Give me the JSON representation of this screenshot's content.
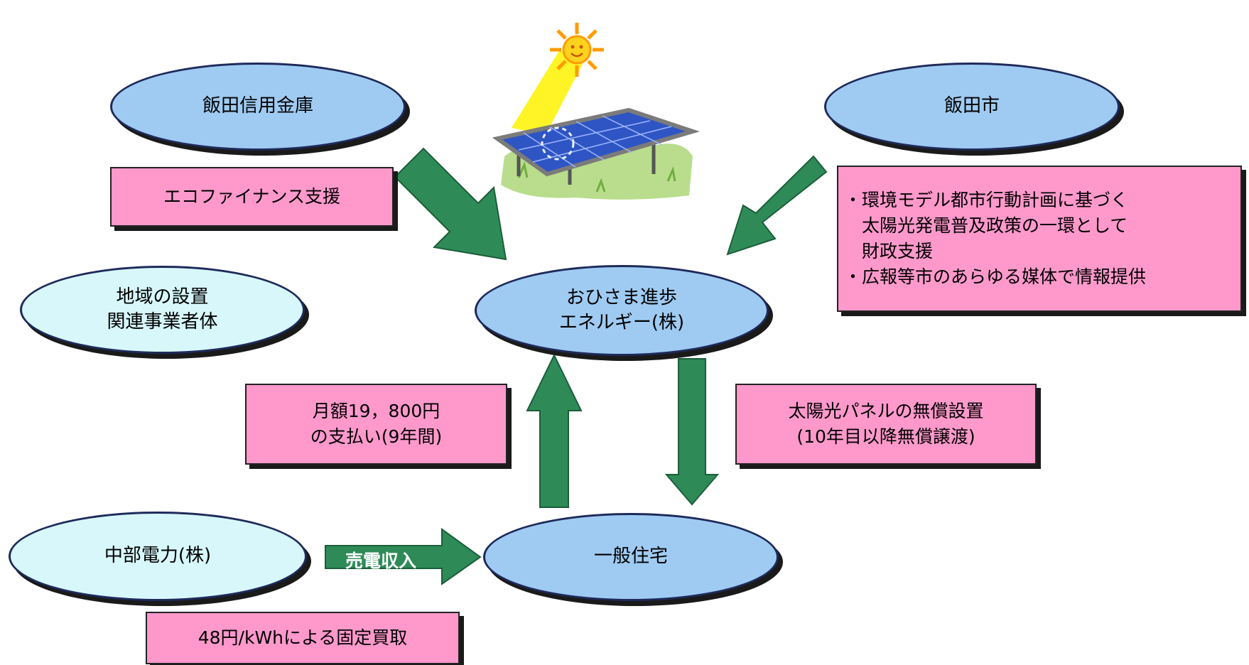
{
  "nodes": {
    "iida_shinkin": "飯田信用金庫",
    "iida_city": "飯田市",
    "local_installers": [
      "地域の設置",
      "関連事業者体"
    ],
    "ohisama": [
      "おひさま進歩",
      "エネルギー(株)"
    ],
    "chubu": "中部電力(株)",
    "household": "一般住宅"
  },
  "boxes": {
    "eco_finance": "エコファイナンス支援",
    "city_support": [
      "・環境モデル都市行動計画に基づく",
      "　太陽光発電普及政策の一環として",
      "　財政支援",
      "・広報等市のあらゆる媒体で情報提供"
    ],
    "monthly_payment": [
      "月額19，800円",
      "の支払い(9年間)"
    ],
    "panel_install": [
      "太陽光パネルの無償設置",
      "(10年目以降無償譲渡)"
    ],
    "fixed_purchase": "48円/kWhによる固定買取"
  },
  "arrow_labels": {
    "power_sale": "売電収入"
  },
  "colors": {
    "arrow_green": "#2e8b57",
    "box_pink": "#ff99cc",
    "ellipse_blue": "#9fcbf2",
    "ellipse_cyan": "#d7f7fa"
  }
}
